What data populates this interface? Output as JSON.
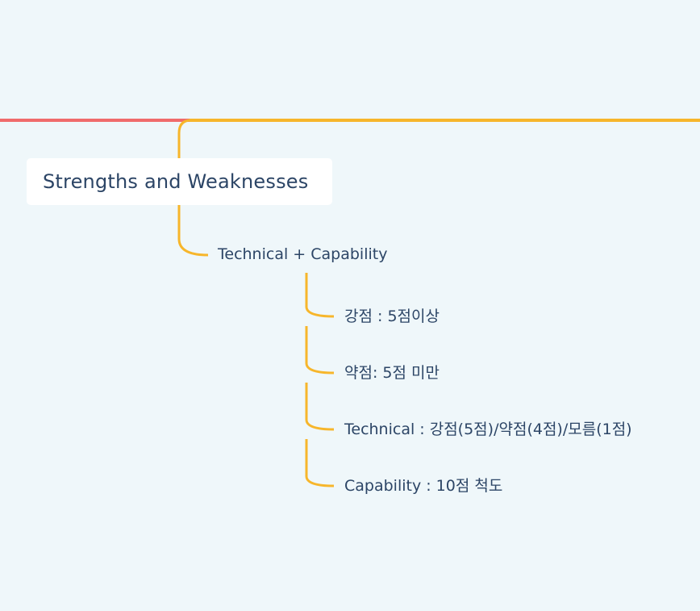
{
  "colors": {
    "background": "#eff7fa",
    "incoming_branch": "#f06b6b",
    "branch": "#f7b62b",
    "text": "#2c4566",
    "node_fill": "#ffffff"
  },
  "root": {
    "label": "Strengths and Weaknesses"
  },
  "topic": {
    "label": "Technical + Capability"
  },
  "subtopics": [
    {
      "label": "강점 : 5점이상"
    },
    {
      "label": "약점: 5점 미만"
    },
    {
      "label": "Technical  : 강점(5점)/약점(4점)/모름(1점)"
    },
    {
      "label": "Capability : 10점 척도"
    }
  ]
}
